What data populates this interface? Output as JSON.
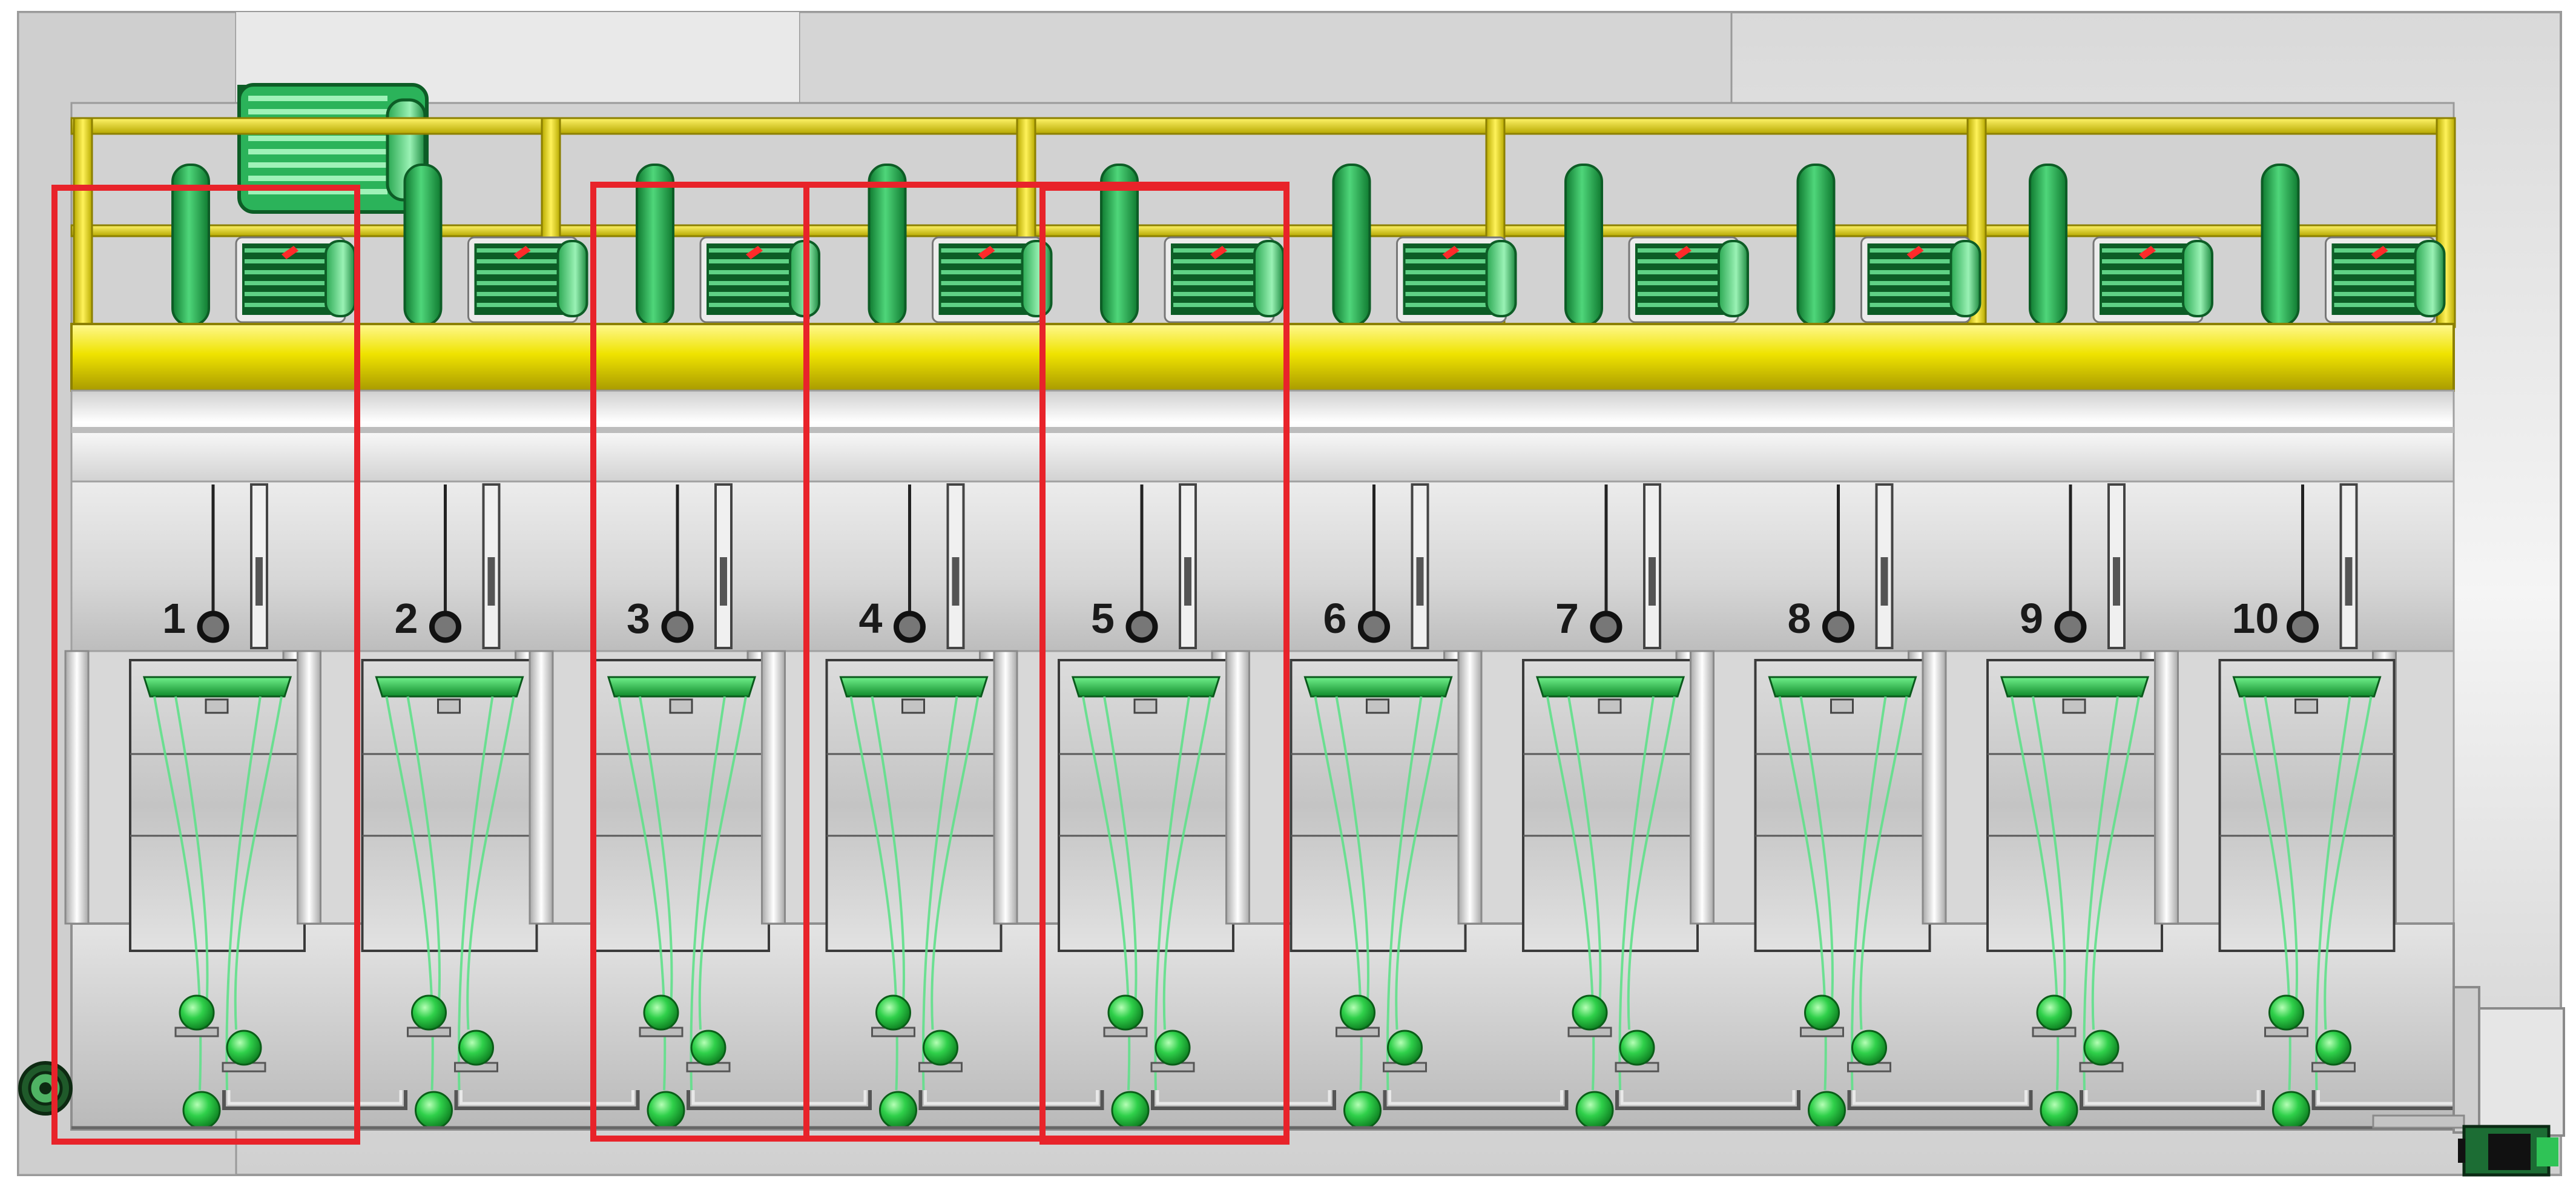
{
  "machine": {
    "stages": [
      {
        "label": "1"
      },
      {
        "label": "2"
      },
      {
        "label": "3"
      },
      {
        "label": "4"
      },
      {
        "label": "5"
      },
      {
        "label": "6"
      },
      {
        "label": "7"
      },
      {
        "label": "8"
      },
      {
        "label": "9"
      },
      {
        "label": "10"
      }
    ],
    "highlighted_groups": [
      {
        "stages": [
          1
        ]
      },
      {
        "stages": [
          3,
          4
        ]
      },
      {
        "stages": [
          4,
          5
        ]
      },
      {
        "stages": [
          5
        ]
      }
    ]
  },
  "colors": {
    "frame_yellow": "#e8e000",
    "frame_yellow_dark": "#b7a800",
    "motor_green": "#21a54a",
    "motor_green_dark": "#0d5d26",
    "yarn_green": "#5fe08a",
    "roller_green": "#22c83a",
    "indicator_red": "#ff2a2a",
    "highlight_red": "#e8232a",
    "metal_light": "#e7e7e7",
    "metal_mid": "#c9c9c9",
    "metal_dark": "#8e8e8e"
  }
}
